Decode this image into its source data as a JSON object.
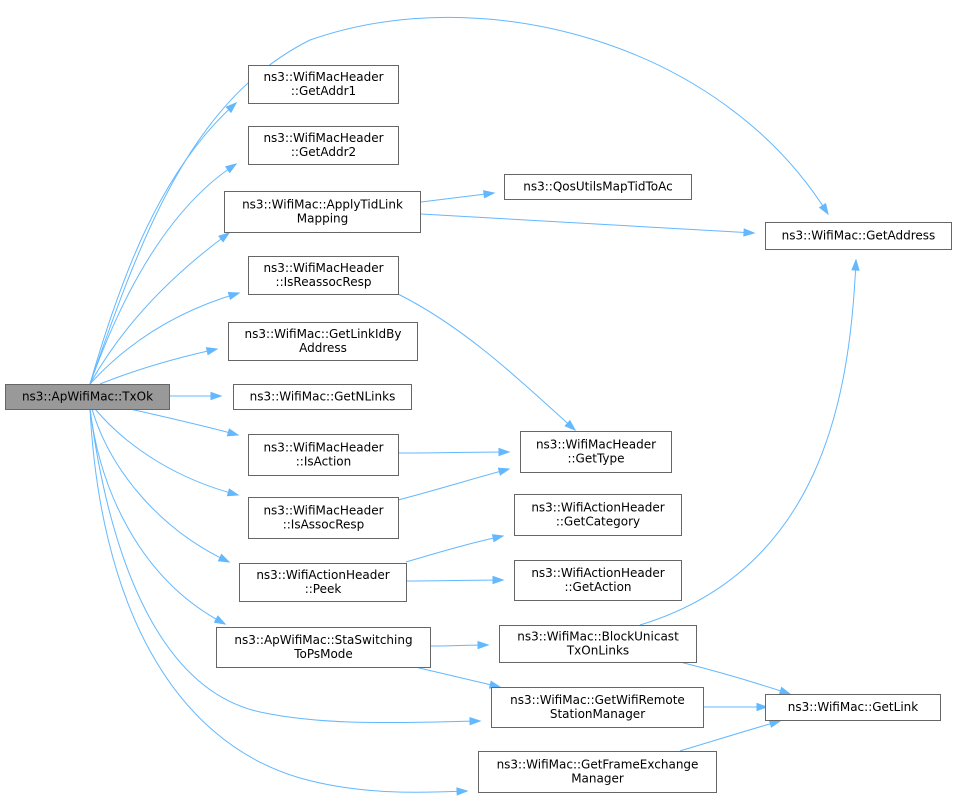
{
  "graph": {
    "edge_color": "#63b8ff",
    "node_border_color": "#666666",
    "root_fill_color": "#999999",
    "nodes": [
      {
        "id": "txok",
        "lines": [
          "ns3::ApWifiMac::TxOk"
        ],
        "root": true
      },
      {
        "id": "getaddr1",
        "lines": [
          "ns3::WifiMacHeader",
          "::GetAddr1"
        ]
      },
      {
        "id": "getaddr2",
        "lines": [
          "ns3::WifiMacHeader",
          "::GetAddr2"
        ]
      },
      {
        "id": "applytid",
        "lines": [
          "ns3::WifiMac::ApplyTidLink",
          "Mapping"
        ]
      },
      {
        "id": "isreassoc",
        "lines": [
          "ns3::WifiMacHeader",
          "::IsReassocResp"
        ]
      },
      {
        "id": "getlinkid",
        "lines": [
          "ns3::WifiMac::GetLinkIdBy",
          "Address"
        ]
      },
      {
        "id": "getnlinks",
        "lines": [
          "ns3::WifiMac::GetNLinks"
        ]
      },
      {
        "id": "isaction",
        "lines": [
          "ns3::WifiMacHeader",
          "::IsAction"
        ]
      },
      {
        "id": "isassoc",
        "lines": [
          "ns3::WifiMacHeader",
          "::IsAssocResp"
        ]
      },
      {
        "id": "peek",
        "lines": [
          "ns3::WifiActionHeader",
          "::Peek"
        ]
      },
      {
        "id": "staswitch",
        "lines": [
          "ns3::ApWifiMac::StaSwitching",
          "ToPsMode"
        ]
      },
      {
        "id": "qosmap",
        "lines": [
          "ns3::QosUtilsMapTidToAc"
        ]
      },
      {
        "id": "gettype",
        "lines": [
          "ns3::WifiMacHeader",
          "::GetType"
        ]
      },
      {
        "id": "getcategory",
        "lines": [
          "ns3::WifiActionHeader",
          "::GetCategory"
        ]
      },
      {
        "id": "getaction",
        "lines": [
          "ns3::WifiActionHeader",
          "::GetAction"
        ]
      },
      {
        "id": "blockunicast",
        "lines": [
          "ns3::WifiMac::BlockUnicast",
          "TxOnLinks"
        ]
      },
      {
        "id": "getremote",
        "lines": [
          "ns3::WifiMac::GetWifiRemote",
          "StationManager"
        ]
      },
      {
        "id": "getframe",
        "lines": [
          "ns3::WifiMac::GetFrameExchange",
          "Manager"
        ]
      },
      {
        "id": "getaddress",
        "lines": [
          "ns3::WifiMac::GetAddress"
        ]
      },
      {
        "id": "getlink",
        "lines": [
          "ns3::WifiMac::GetLink"
        ]
      }
    ],
    "edges": [
      {
        "from": "txok",
        "to": "getaddress"
      },
      {
        "from": "txok",
        "to": "getaddr1"
      },
      {
        "from": "txok",
        "to": "getaddr2"
      },
      {
        "from": "txok",
        "to": "applytid"
      },
      {
        "from": "txok",
        "to": "isreassoc"
      },
      {
        "from": "txok",
        "to": "getlinkid"
      },
      {
        "from": "txok",
        "to": "getnlinks"
      },
      {
        "from": "txok",
        "to": "isaction"
      },
      {
        "from": "txok",
        "to": "isassoc"
      },
      {
        "from": "txok",
        "to": "peek"
      },
      {
        "from": "txok",
        "to": "staswitch"
      },
      {
        "from": "txok",
        "to": "getremote"
      },
      {
        "from": "txok",
        "to": "getframe"
      },
      {
        "from": "applytid",
        "to": "qosmap"
      },
      {
        "from": "applytid",
        "to": "getaddress"
      },
      {
        "from": "isreassoc",
        "to": "gettype"
      },
      {
        "from": "isaction",
        "to": "gettype"
      },
      {
        "from": "isassoc",
        "to": "gettype"
      },
      {
        "from": "peek",
        "to": "getcategory"
      },
      {
        "from": "peek",
        "to": "getaction"
      },
      {
        "from": "staswitch",
        "to": "blockunicast"
      },
      {
        "from": "staswitch",
        "to": "getremote"
      },
      {
        "from": "blockunicast",
        "to": "getaddress"
      },
      {
        "from": "blockunicast",
        "to": "getlink"
      },
      {
        "from": "getremote",
        "to": "getlink"
      },
      {
        "from": "getframe",
        "to": "getlink"
      }
    ]
  }
}
